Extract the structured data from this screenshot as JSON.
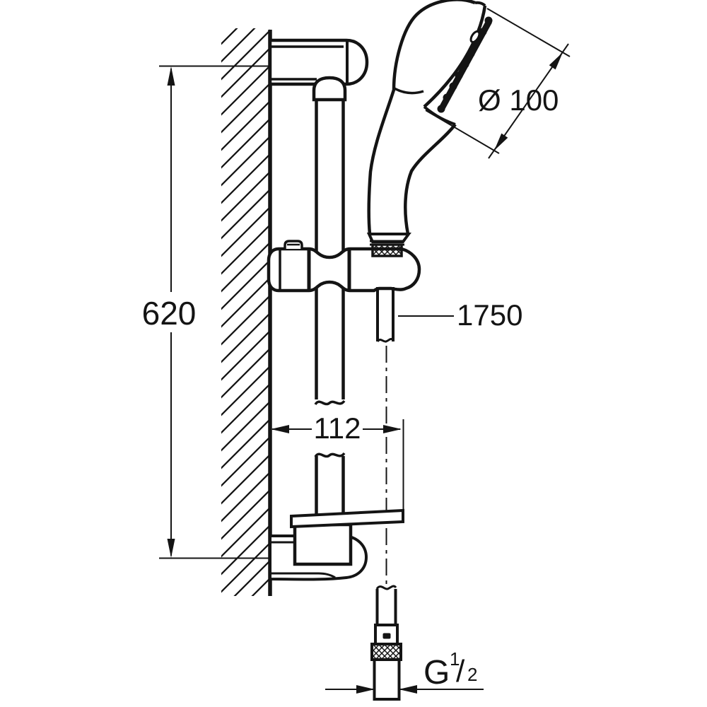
{
  "drawing": {
    "type": "dimensioned technical line drawing",
    "subject": "wall-mounted shower rail set with hand shower, slider holder, soap dish and shower hose",
    "view": "side elevation",
    "colors": {
      "background": "#ffffff",
      "line": "#141414"
    },
    "dimensions": {
      "rail_length": "620",
      "wall_offset": "112",
      "hose_length": "1750",
      "head_diameter": "Ø 100",
      "thread": {
        "letter": "G",
        "numerator": "1",
        "slash": "/",
        "denominator": "2"
      }
    }
  }
}
